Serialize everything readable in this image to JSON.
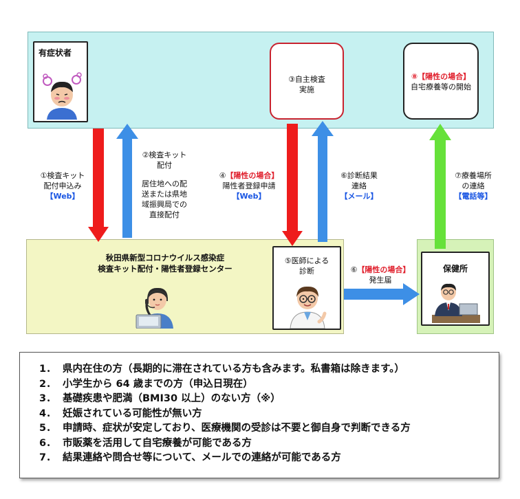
{
  "top_panel": {
    "symptomatic_person": "有症状者",
    "self_test_step": "③自主検査",
    "self_test_sub": "実施",
    "home_care_num": "⑧",
    "home_care_if_positive": "【陽性の場合】",
    "home_care_text": "自宅療養等の開始"
  },
  "flow_labels": {
    "step1_line1": "①検査キット",
    "step1_line2": "配付申込み",
    "step1_channel": "【Web】",
    "step2_line1": "②検査キット",
    "step2_line2": "配付",
    "step2_note1": "居住地への配",
    "step2_note2": "送または県地",
    "step2_note3": "域振興局での",
    "step2_note4": "直接配付",
    "step4_num": "④",
    "step4_if_positive": "【陽性の場合】",
    "step4_text": "陽性者登録申請",
    "step4_channel": "【Web】",
    "step6_line1": "⑥診断結果",
    "step6_line2": "連絡",
    "step6_channel": "【メール】",
    "step7_line1": "⑦療養場所",
    "step7_line2": "の連絡",
    "step7_channel": "【電話等】",
    "step6b_num": "⑥",
    "step6b_if_positive": "【陽性の場合】",
    "step6b_text": "発生届"
  },
  "bottom_panel": {
    "center_line1": "秋田県新型コロナウイルス感染症",
    "center_line2": "検査キット配付・陽性者登録センター",
    "doctor_line1": "⑤医師による",
    "doctor_line2": "診断",
    "health_center": "保健所"
  },
  "conditions": [
    {
      "num": "1．",
      "text": "県内在住の方（長期的に滞在されている方も含みます。私書箱は除きます。）"
    },
    {
      "num": "2．",
      "text": "小学生から 64 歳までの方（申込日現在）"
    },
    {
      "num": "3．",
      "text": "基礎疾患や肥満（BMI30 以上）のない方（※）"
    },
    {
      "num": "4．",
      "text": "妊娠されている可能性が無い方"
    },
    {
      "num": "5．",
      "text": "申請時、症状が安定しており、医療機関の受診は不要と御自身で判断できる方"
    },
    {
      "num": "6．",
      "text": "市販薬を活用して自宅療養が可能である方"
    },
    {
      "num": "7．",
      "text": "結果連絡や問合せ等について、メールでの連絡が可能である方"
    }
  ],
  "colors": {
    "arrow_red": "#ee1c1c",
    "arrow_blue": "#3d8fe6",
    "arrow_green": "#66e13a",
    "top_panel_bg": "#c6f1f1",
    "center_panel_bg": "#f3f6c4",
    "health_panel_bg": "#d6f2b8",
    "positive_text": "#e01f2c",
    "channel_text": "#1a56e3"
  },
  "icons": {
    "symptomatic": "sick-person-icon",
    "operator": "call-center-operator-icon",
    "doctor": "doctor-icon",
    "health_staff": "office-worker-icon"
  }
}
